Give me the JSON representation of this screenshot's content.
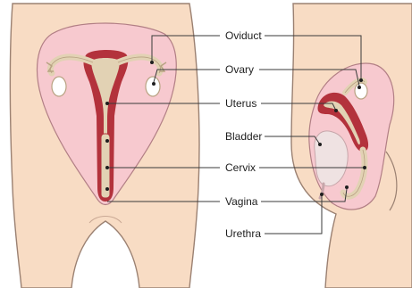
{
  "labels": {
    "oviduct": "Oviduct",
    "ovary": "Ovary",
    "uterus": "Uterus",
    "bladder": "Bladder",
    "cervix": "Cervix",
    "vagina": "Vagina",
    "urethra": "Urethra"
  },
  "colors": {
    "skin": "#f8dcc4",
    "skin_outline": "#9b8172",
    "pelvis": "#f7c9cf",
    "uterus_wall": "#b3323c",
    "uterus_cavity": "#e2d2b4",
    "leader_line": "#3a3a3a",
    "bladder": "#efe2e2"
  }
}
